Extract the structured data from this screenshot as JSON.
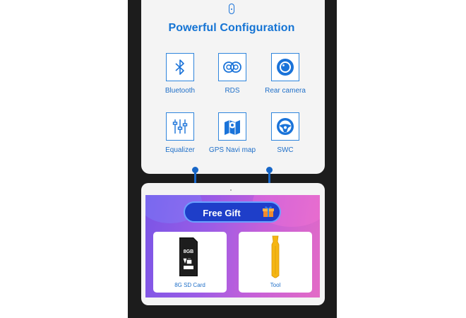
{
  "config": {
    "title": "Powerful Configuration",
    "features": [
      {
        "label": "Bluetooth",
        "icon": "bluetooth-icon"
      },
      {
        "label": "RDS",
        "icon": "rds-icon"
      },
      {
        "label": "Rear camera",
        "icon": "camera-icon"
      },
      {
        "label": "Equalizer",
        "icon": "equalizer-icon"
      },
      {
        "label": "GPS Navi map",
        "icon": "map-icon"
      },
      {
        "label": "SWC",
        "icon": "steering-wheel-icon"
      }
    ]
  },
  "gift": {
    "banner": "Free Gift",
    "items": [
      {
        "label": "8G SD Card",
        "icon": "sd-card-icon",
        "card_text": "8GB"
      },
      {
        "label": "Tool",
        "icon": "pry-tool-icon"
      }
    ]
  },
  "colors": {
    "accent": "#1574d4",
    "banner": "#1e3ec9",
    "tool": "#f5b614"
  }
}
